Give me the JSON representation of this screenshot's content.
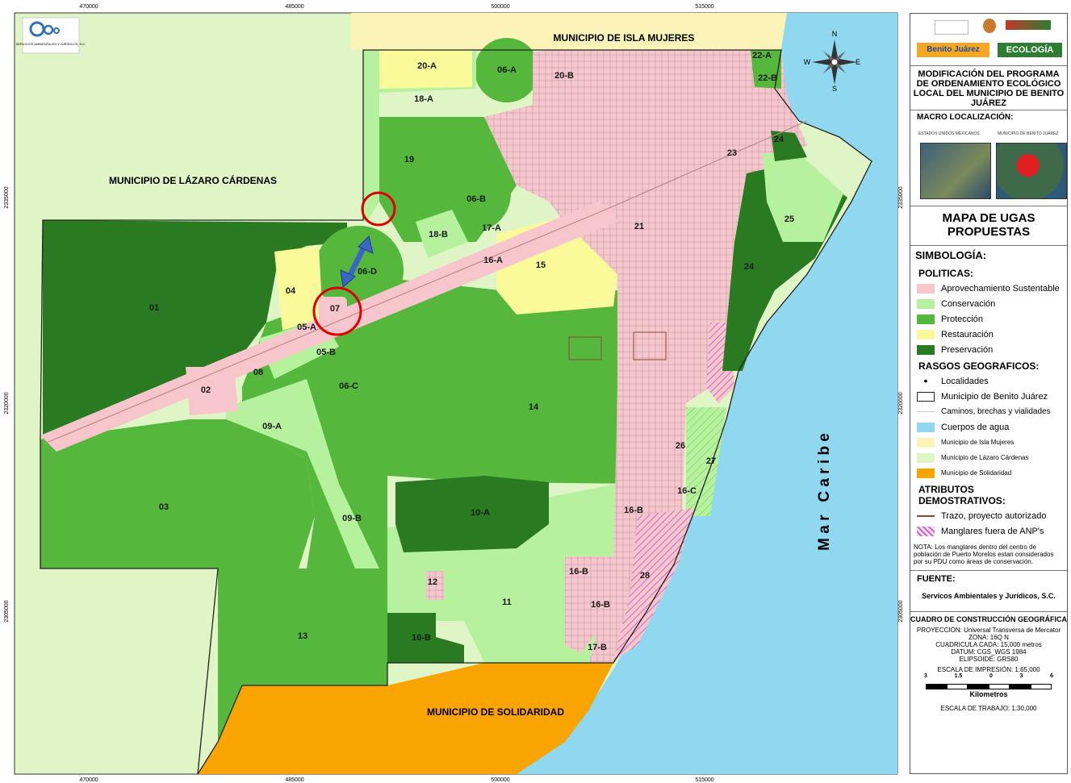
{
  "colors": {
    "aprovechamiento": "#f6c6cc",
    "conservacion": "#b6f29e",
    "proteccion": "#55b83c",
    "restauracion": "#fafa9a",
    "preservacion": "#2a7a22",
    "agua": "#8fd8f0",
    "isla_mujeres": "#fbf3b8",
    "lazaro_cardenas": "#dff5c6",
    "solidaridad": "#f9a400",
    "mangrove": "#d47fd0",
    "circle": "#e00000",
    "arrow": "#3b66c4"
  },
  "axis": {
    "x_ticks": [
      "470000",
      "485000",
      "500000",
      "515000"
    ],
    "y_ticks": [
      "2335000",
      "2320000",
      "2305000"
    ]
  },
  "map": {
    "municipio_isla_mujeres": "MUNICIPIO DE ISLA MUJERES",
    "municipio_lazaro_cardenas": "MUNICIPIO DE LÁZARO CÁRDENAS",
    "municipio_solidaridad": "MUNICIPIO DE SOLIDARIDAD",
    "mar_caribe": "M a r   C a r i b e",
    "compass": {
      "n": "N",
      "s": "S",
      "e": "E",
      "w": "W"
    },
    "logo_text": "SERVICIOS AMBIENTALES Y JURÍDICOS, S.C.",
    "ugas": [
      "01",
      "02",
      "03",
      "04",
      "05-A",
      "05-B",
      "06-A",
      "06-B",
      "06-C",
      "06-D",
      "07",
      "08",
      "09-A",
      "09-B",
      "10-A",
      "10-B",
      "11",
      "12",
      "13",
      "14",
      "15",
      "16-A",
      "16-B",
      "16-B",
      "16-B",
      "16-C",
      "17-A",
      "17-B",
      "18-A",
      "18-B",
      "19",
      "20-A",
      "20-B",
      "21",
      "22-A",
      "22-B",
      "23",
      "24",
      "24",
      "25",
      "26",
      "27",
      "28"
    ]
  },
  "legend": {
    "logo_labels": [
      "Benito Juárez",
      "ECOLOGÍA"
    ],
    "title": "MODIFICACIÓN DEL PROGRAMA DE ORDENAMIENTO ECOLÓGICO LOCAL DEL MUNICIPIO DE BENITO JUÁREZ",
    "macro_title": "MACRO LOCALIZACIÓN:",
    "macro_left": "ESTADOS UNIDOS MEXICANOS",
    "macro_right": "MUNICIPIO DE BENITO JUÁREZ",
    "map_title": "MAPA DE UGAS PROPUESTAS",
    "simbologia": "SIMBOLOGÍA:",
    "politicas": "POLITICAS:",
    "politicas_items": [
      "Aprovechamiento Sustentable",
      "Conservación",
      "Protección",
      "Restauración",
      "Preservación"
    ],
    "rasgos": "RASGOS GEOGRAFICOS:",
    "rasgos_items": [
      "Localidades",
      "Municipio de Benito Juárez",
      "Caminos, brechas y vialidades",
      "Cuerpos de agua"
    ],
    "municipios_items": [
      "Municipio de Isla Mujeres",
      "Municipio de Lázaro Cárdenas",
      "Municipio de Solidaridad"
    ],
    "atributos": "ATRIBUTOS DEMOSTRATIVOS:",
    "atributos_items": [
      "Trazo, proyecto autorizado",
      "Manglares fuera de ANP's"
    ],
    "nota": "NOTA: Los manglares dentro del centro de población de Puerto Morelos estan considerados por su PDU como áreas de conservación.",
    "fuente_title": "FUENTE:",
    "fuente": "Servicos Ambientales y Jurídicos, S.C.",
    "cuadro_title": "CUADRO DE CONSTRUCCIÓN GEOGRÁFICA",
    "cuadro_lines": [
      "PROYECCIÓN: Universal Transversa de Mercator",
      "ZONA: 16Q N",
      "CUADRICULA CADA: 15,000 metros",
      "DATUM: CGS_WGS 1984",
      "ELIPSOIDE: GRS80"
    ],
    "escala_impresion": "ESCALA DE IMPRESIÓN: 1:65,000",
    "scale_nums": [
      "3",
      "1.5",
      "0",
      "3",
      "6"
    ],
    "kilometros": "Kilometros",
    "escala_trabajo": "ESCALA DE TRABAJO: 1:30,000"
  }
}
